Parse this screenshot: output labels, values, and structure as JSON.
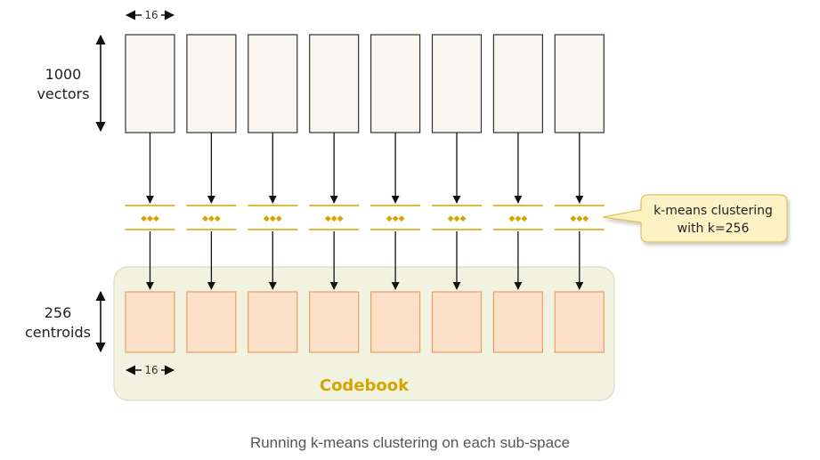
{
  "diagram": {
    "width_label_top": "16",
    "width_label_bottom": "16",
    "vectors_label": [
      "1000",
      "vectors"
    ],
    "centroids_label": [
      "256",
      "centroids"
    ],
    "subspace_count": 8,
    "cluster_dots": "◆◆◆",
    "callout": [
      "k-means clustering",
      "with k=256"
    ],
    "codebook_label": "Codebook",
    "colors": {
      "vector_fill": "#f8f6ee",
      "centroid_fill": "#fde0c8",
      "centroid_stroke": "#e6a066",
      "codebook_fill": "#f1f2df",
      "callout_fill": "#fdf2c4",
      "callout_stroke": "#e6c05a",
      "accent": "#d4a400"
    }
  },
  "caption": "Running k-means clustering on each sub-space"
}
